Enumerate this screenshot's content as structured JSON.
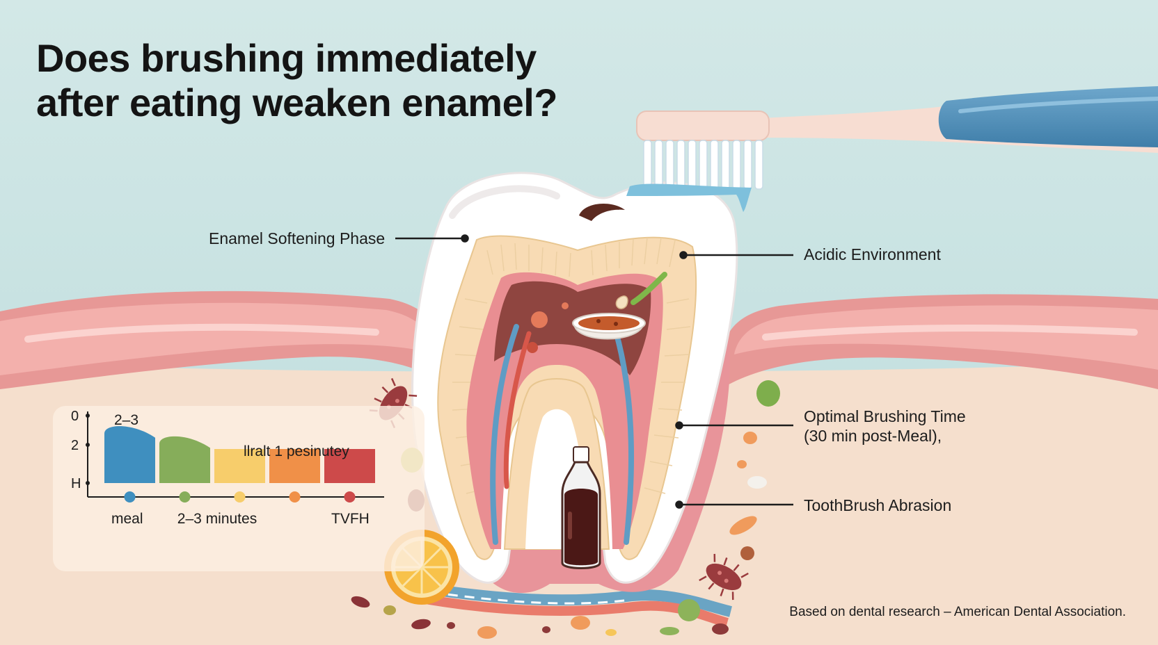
{
  "title": {
    "line1": "Does brushing immediately",
    "line2": "after eating weaken enamel?"
  },
  "callouts": {
    "enamel_softening": "Enamel Softening Phase",
    "acidic_environment": "Acidic Environment",
    "optimal_time_line1": "Optimal Brushing Time",
    "optimal_time_line2": "(30 min post-Meal),",
    "abrasion": "ToothBrush Abrasion"
  },
  "source": "Based on dental research – American Dental Association.",
  "tooth_icons": {
    "toothbrush": "toothbrush-icon",
    "soda": "soda-bottle-icon",
    "food": "food-bowl-icon",
    "citrus": "orange-slice-icon",
    "bacteria": "bacteria-icon"
  },
  "colors": {
    "sky": "#cfe6e6",
    "gum": "#eea3a0",
    "enamel": "#ffffff",
    "dentin": "#f7dcb4",
    "pulp": "#9a4a44",
    "brush_handle": "#4f8db8"
  },
  "chart_data": {
    "type": "bar",
    "ytick_labels": [
      "0",
      "2",
      "H"
    ],
    "top_label": "2–3",
    "annotation": "llralt 1 pesinutey",
    "x_labels": [
      "meal",
      "2–3 minutes",
      "TVFH"
    ],
    "bar_colors": [
      "#3f8fbf",
      "#86ad5a",
      "#f7cd6b",
      "#f09048",
      "#cd4a4a"
    ],
    "values": [
      1.7,
      1.4,
      1.0,
      1.0,
      1.0
    ],
    "ylim": [
      0,
      2
    ]
  }
}
